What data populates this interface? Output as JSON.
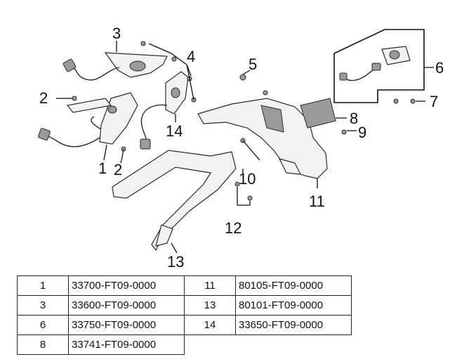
{
  "diagram": {
    "callouts": [
      "1",
      "2",
      "2",
      "3",
      "4",
      "5",
      "6",
      "7",
      "8",
      "9",
      "10",
      "11",
      "12",
      "13",
      "14"
    ]
  },
  "parts_table": [
    {
      "left_ref": "1",
      "left_number": "33700-FT09-0000",
      "right_ref": "11",
      "right_number": "80105-FT09-0000"
    },
    {
      "left_ref": "3",
      "left_number": "33600-FT09-0000",
      "right_ref": "13",
      "right_number": "80101-FT09-0000"
    },
    {
      "left_ref": "6",
      "left_number": "33750-FT09-0000",
      "right_ref": "14",
      "right_number": "33650-FT09-0000"
    },
    {
      "left_ref": "8",
      "left_number": "33741-FT09-0000",
      "right_ref": "",
      "right_number": ""
    }
  ]
}
